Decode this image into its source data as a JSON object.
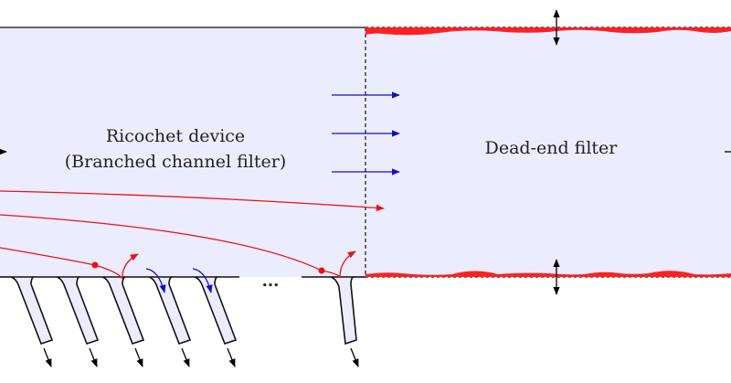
{
  "labels": {
    "ricochet_line1": "Ricochet device",
    "ricochet_line2": "(Branched channel filter)",
    "deadend": "Dead-end filter",
    "ellipsis": "..."
  },
  "colors": {
    "channel_fill": "#ececff",
    "wall": "#111111",
    "particle_red": "#ee1111",
    "flow_blue": "#1010c8",
    "deposit_red": "#ff2020",
    "arrow_black": "#000000"
  }
}
